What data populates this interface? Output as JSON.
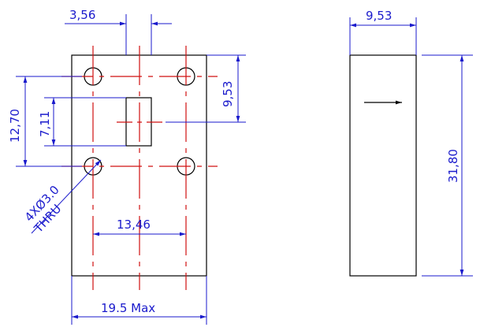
{
  "colors": {
    "outline": "#000000",
    "centerline": "#d01010",
    "dimension": "#1a1acc",
    "background": "#ffffff"
  },
  "front_view": {
    "dim_top_spacing": "3,56",
    "dim_vertical_hole_pitch": "9,53",
    "dim_left_outer": "12,70",
    "dim_left_inner": "7,11",
    "dim_horizontal_hole_pitch": "13,46",
    "dim_overall_width": "19.5 Max",
    "hole_note_line1": "4XØ3.0",
    "hole_note_line2": "THRU"
  },
  "side_view": {
    "dim_width": "9,53",
    "dim_height": "31,80"
  }
}
